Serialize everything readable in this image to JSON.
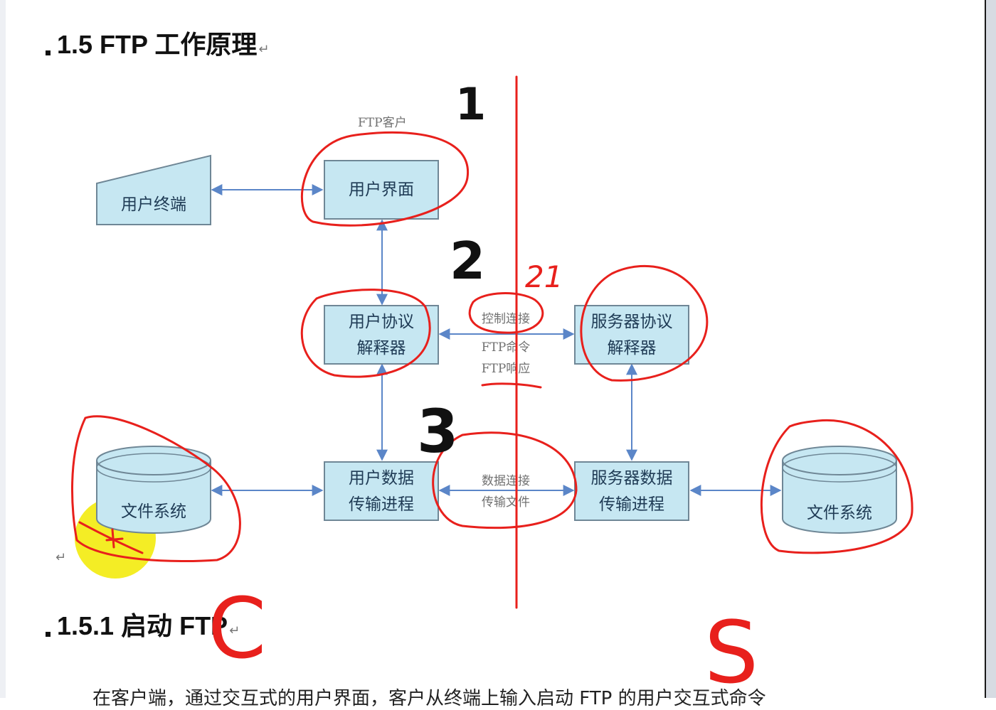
{
  "headings": {
    "section": "1.5 FTP 工作原理",
    "subsection": "1.5.1 启动 FTP"
  },
  "body_text": "在客户端，通过交互式的用户界面，客户从终端上输入启动 FTP 的用户交互式命令",
  "paragraph_mark": "↵",
  "diagram": {
    "top_label": "FTP客户",
    "nodes": {
      "terminal": "用户终端",
      "ui": "用户界面",
      "client_pi": [
        "用户协议",
        "解释器"
      ],
      "server_pi": [
        "服务器协议",
        "解释器"
      ],
      "client_dtp": [
        "用户数据",
        "传输进程"
      ],
      "server_dtp": [
        "服务器数据",
        "传输进程"
      ],
      "client_fs": "文件系统",
      "server_fs": "文件系统"
    },
    "control_link": [
      "控制连接",
      "FTP命令",
      "FTP响应"
    ],
    "data_link": [
      "数据连接",
      "传输文件"
    ]
  },
  "annotations": {
    "marks": [
      "1",
      "2",
      "3",
      "21",
      "C",
      "S"
    ]
  },
  "colors": {
    "box_fill": "#c6e7f2",
    "box_stroke": "#6f8796",
    "arrow": "#5b86c8",
    "annotation_red": "#e8201c",
    "highlight": "#f3ec19"
  }
}
